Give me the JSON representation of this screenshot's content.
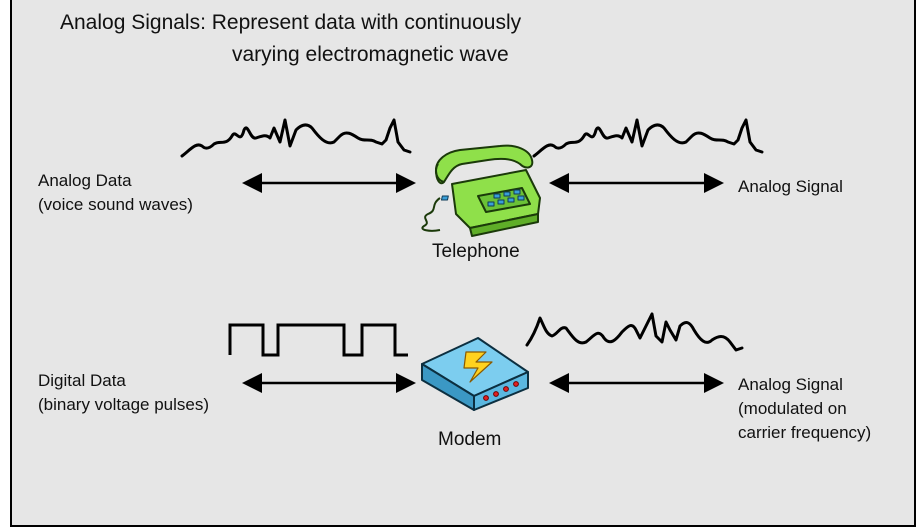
{
  "title": {
    "line1": "Analog Signals: Represent data with continuously",
    "line2": "varying electromagnetic wave"
  },
  "telephone_row": {
    "left_label": {
      "line1": "Analog Data",
      "line2": "(voice sound waves)"
    },
    "device_label": "Telephone",
    "device_icon": "telephone-icon",
    "right_label": "Analog Signal"
  },
  "modem_row": {
    "left_label": {
      "line1": "Digital Data",
      "line2": "(binary voltage pulses)"
    },
    "device_label": "Modem",
    "device_icon": "modem-icon",
    "right_label": {
      "line1": "Analog Signal",
      "line2": "(modulated on",
      "line3": "carrier frequency)"
    }
  },
  "colors": {
    "background": "#e6e6e6",
    "telephone": "#8fe04a",
    "modem": "#5ab7e0",
    "lightning": "#ffd21f",
    "modem_leds": "#e02020"
  }
}
